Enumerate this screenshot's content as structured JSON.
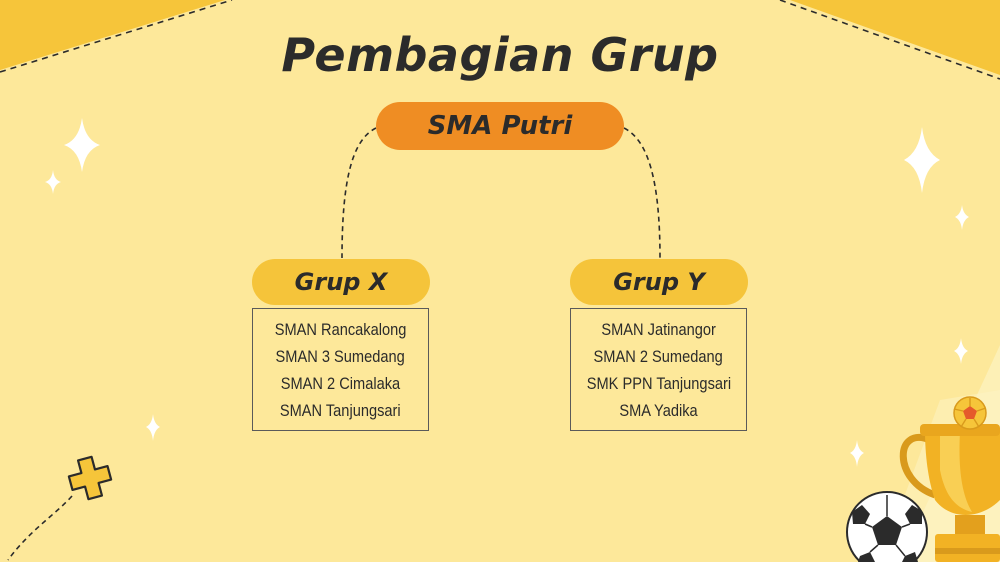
{
  "slide": {
    "title": "Pembagian Grup",
    "root": {
      "label": "SMA Putri"
    },
    "groups": [
      {
        "name": "Grup X",
        "schools": [
          "SMAN Rancakalong",
          "SMAN 3 Sumedang",
          "SMAN 2 Cimalaka",
          "SMAN Tanjungsari"
        ]
      },
      {
        "name": "Grup Y",
        "schools": [
          "SMAN Jatinangor",
          "SMAN 2 Sumedang",
          "SMK PPN Tanjungsari",
          "SMA Yadika"
        ]
      }
    ]
  },
  "colors": {
    "background": "#fde89a",
    "corner_band": "#f6c53a",
    "root_pill": "#ef8d23",
    "group_pill": "#f5c43a",
    "text": "#2b2b2b",
    "sparkle": "#ffffff"
  },
  "icons": [
    "sparkle-icon",
    "plus-icon",
    "soccer-ball-icon",
    "trophy-icon"
  ]
}
